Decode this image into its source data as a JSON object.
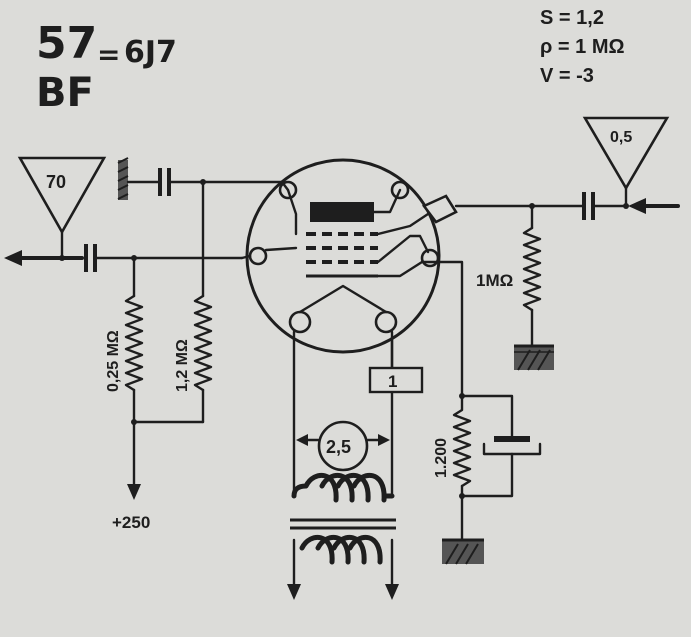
{
  "tube": {
    "number": "57",
    "equals": "=",
    "equivalent": "6J7",
    "function": "BF"
  },
  "specs": {
    "line1": "S = 1,2",
    "line2": "ρ = 1 MΩ",
    "line3": "V = -3"
  },
  "labels": {
    "input_triangle": "70",
    "output_triangle": "0,5",
    "resistor_left": "0,25 MΩ",
    "resistor_mid": "1,2 MΩ",
    "resistor_grid": "1MΩ",
    "resistor_cathode": "1.200",
    "box_value": "1",
    "filament_value": "2,5",
    "supply": "+250"
  }
}
